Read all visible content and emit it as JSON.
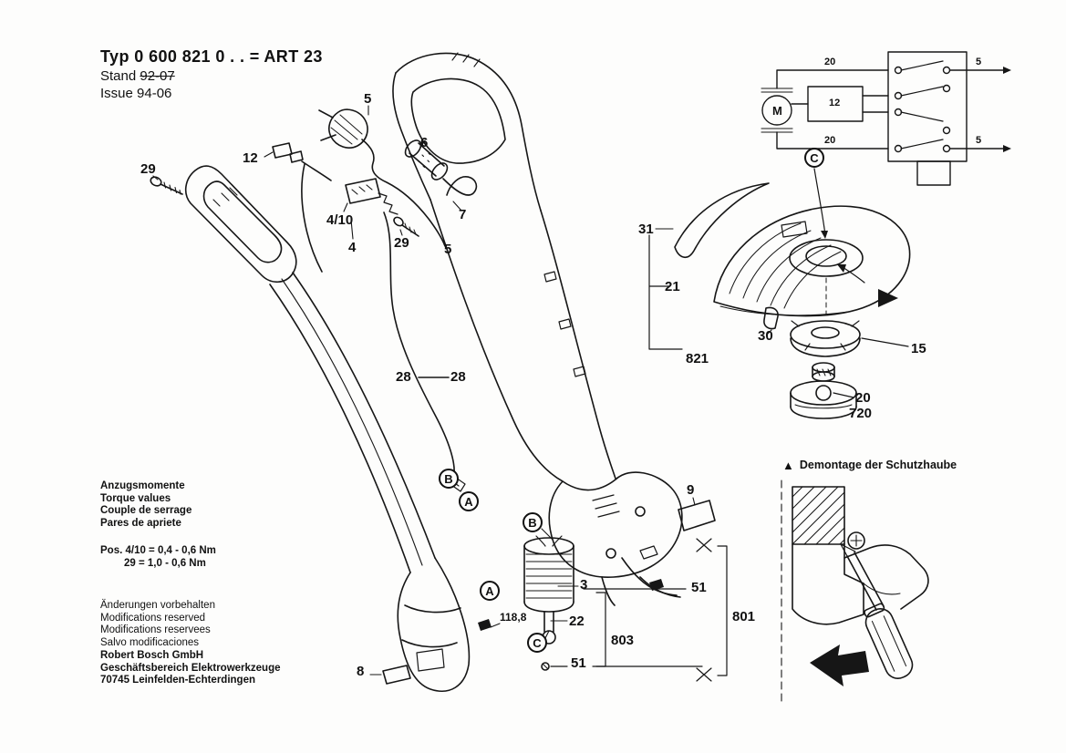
{
  "header": {
    "title": "Typ 0 600 821 0 . . = ART 23",
    "stand_label": "Stand",
    "stand_value": "92-07",
    "issue_label": "Issue",
    "issue_value": "94-06"
  },
  "callouts": {
    "screw_top_left": "29",
    "connector": "12",
    "plug": "5",
    "sleeve": "6",
    "cable_loop": "7",
    "switch_pos": "4/10",
    "switch": "4",
    "screw_mid": "29",
    "cord": "5",
    "cable_left": "28",
    "cable_right": "28",
    "blade": "31",
    "guard": "21",
    "clip": "30",
    "guard_assembly": "821",
    "spool_holder": "15",
    "spool": "20",
    "spool_assembly": "720",
    "deflector": "9",
    "motor": "3",
    "clip_top": "51",
    "dimension": "118,8",
    "motor_assembly": "22",
    "drive_assembly": "803",
    "housing_assembly": "801",
    "screw_bottom": "51",
    "label_plate": "8"
  },
  "circle_labels": {
    "b_upper": "B",
    "a_upper": "A",
    "c_right": "C",
    "b_motor": "B",
    "a_motor": "A",
    "c_motor": "C"
  },
  "circuit": {
    "motor": "M",
    "module": "12",
    "wire_top_left": "20",
    "wire_top_right": "5",
    "wire_bottom_left": "20",
    "wire_bottom_right": "5"
  },
  "torque_block": {
    "lines": [
      "Anzugsmomente",
      "Torque values",
      "Couple de serrage",
      "Pares de apriete"
    ],
    "pos1": "Pos. 4/10 = 0,4 - 0,6 Nm",
    "pos2": "29 = 1,0 - 0,6 Nm"
  },
  "notes_block": {
    "lines": [
      "Änderungen vorbehalten",
      "Modifications reserved",
      "Modifications reservees",
      "Salvo modificaciones"
    ]
  },
  "company_block": {
    "lines": [
      "Robert Bosch GmbH",
      "Geschäftsbereich Elektrowerkzeuge",
      "70745 Leinfelden-Echterdingen"
    ]
  },
  "legend": {
    "triangle_icon": "▲",
    "demontage": "Demontage der Schutzhaube"
  }
}
